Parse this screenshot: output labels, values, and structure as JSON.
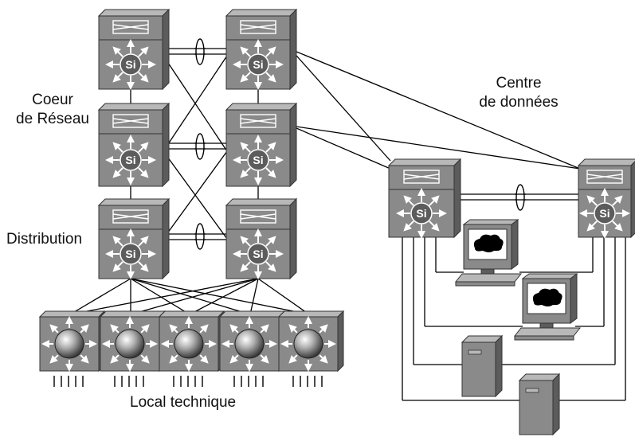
{
  "labels": {
    "core_line1": "Coeur",
    "core_line2": "de Réseau",
    "distribution": "Distribution",
    "datacenter_line1": "Centre",
    "datacenter_line2": "de données",
    "access": "Local technique"
  },
  "switch_badge": "Si",
  "colors": {
    "device": "#8a8a8a",
    "device_dark": "#5c5c5c",
    "device_light": "#b8b8b8",
    "line": "#000000",
    "background": "#ffffff"
  },
  "icons": [
    "multilayer-switch-icon",
    "access-switch-icon",
    "workstation-icon",
    "server-icon",
    "etherchannel-icon"
  ]
}
